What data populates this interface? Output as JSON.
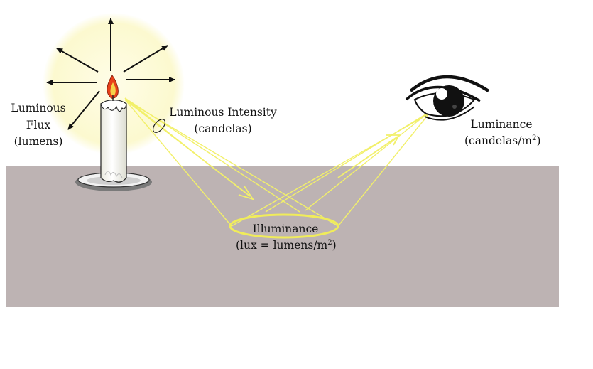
{
  "labels": {
    "luminous_flux": {
      "line1": "Luminous",
      "line2": "Flux",
      "line3": "(lumens)"
    },
    "luminous_intensity": {
      "line1": "Luminous Intensity",
      "line2": "(candelas)"
    },
    "luminance": {
      "line1": "Luminance",
      "line2": "(candelas/m",
      "line2_sup": "2",
      "line2_end": ")"
    },
    "illuminance": {
      "line1": "Illuminance",
      "line2": "(lux = lumens/m",
      "line2_sup": "2",
      "line2_end": ")"
    }
  },
  "colors": {
    "floor": "#bdb3b3",
    "glow": "#fdfbd8",
    "beam": "#f2f06a",
    "ellipse": "#f0ec5a",
    "flame_outer": "#e8401a",
    "flame_inner": "#f6d24a",
    "ink": "#111111"
  }
}
